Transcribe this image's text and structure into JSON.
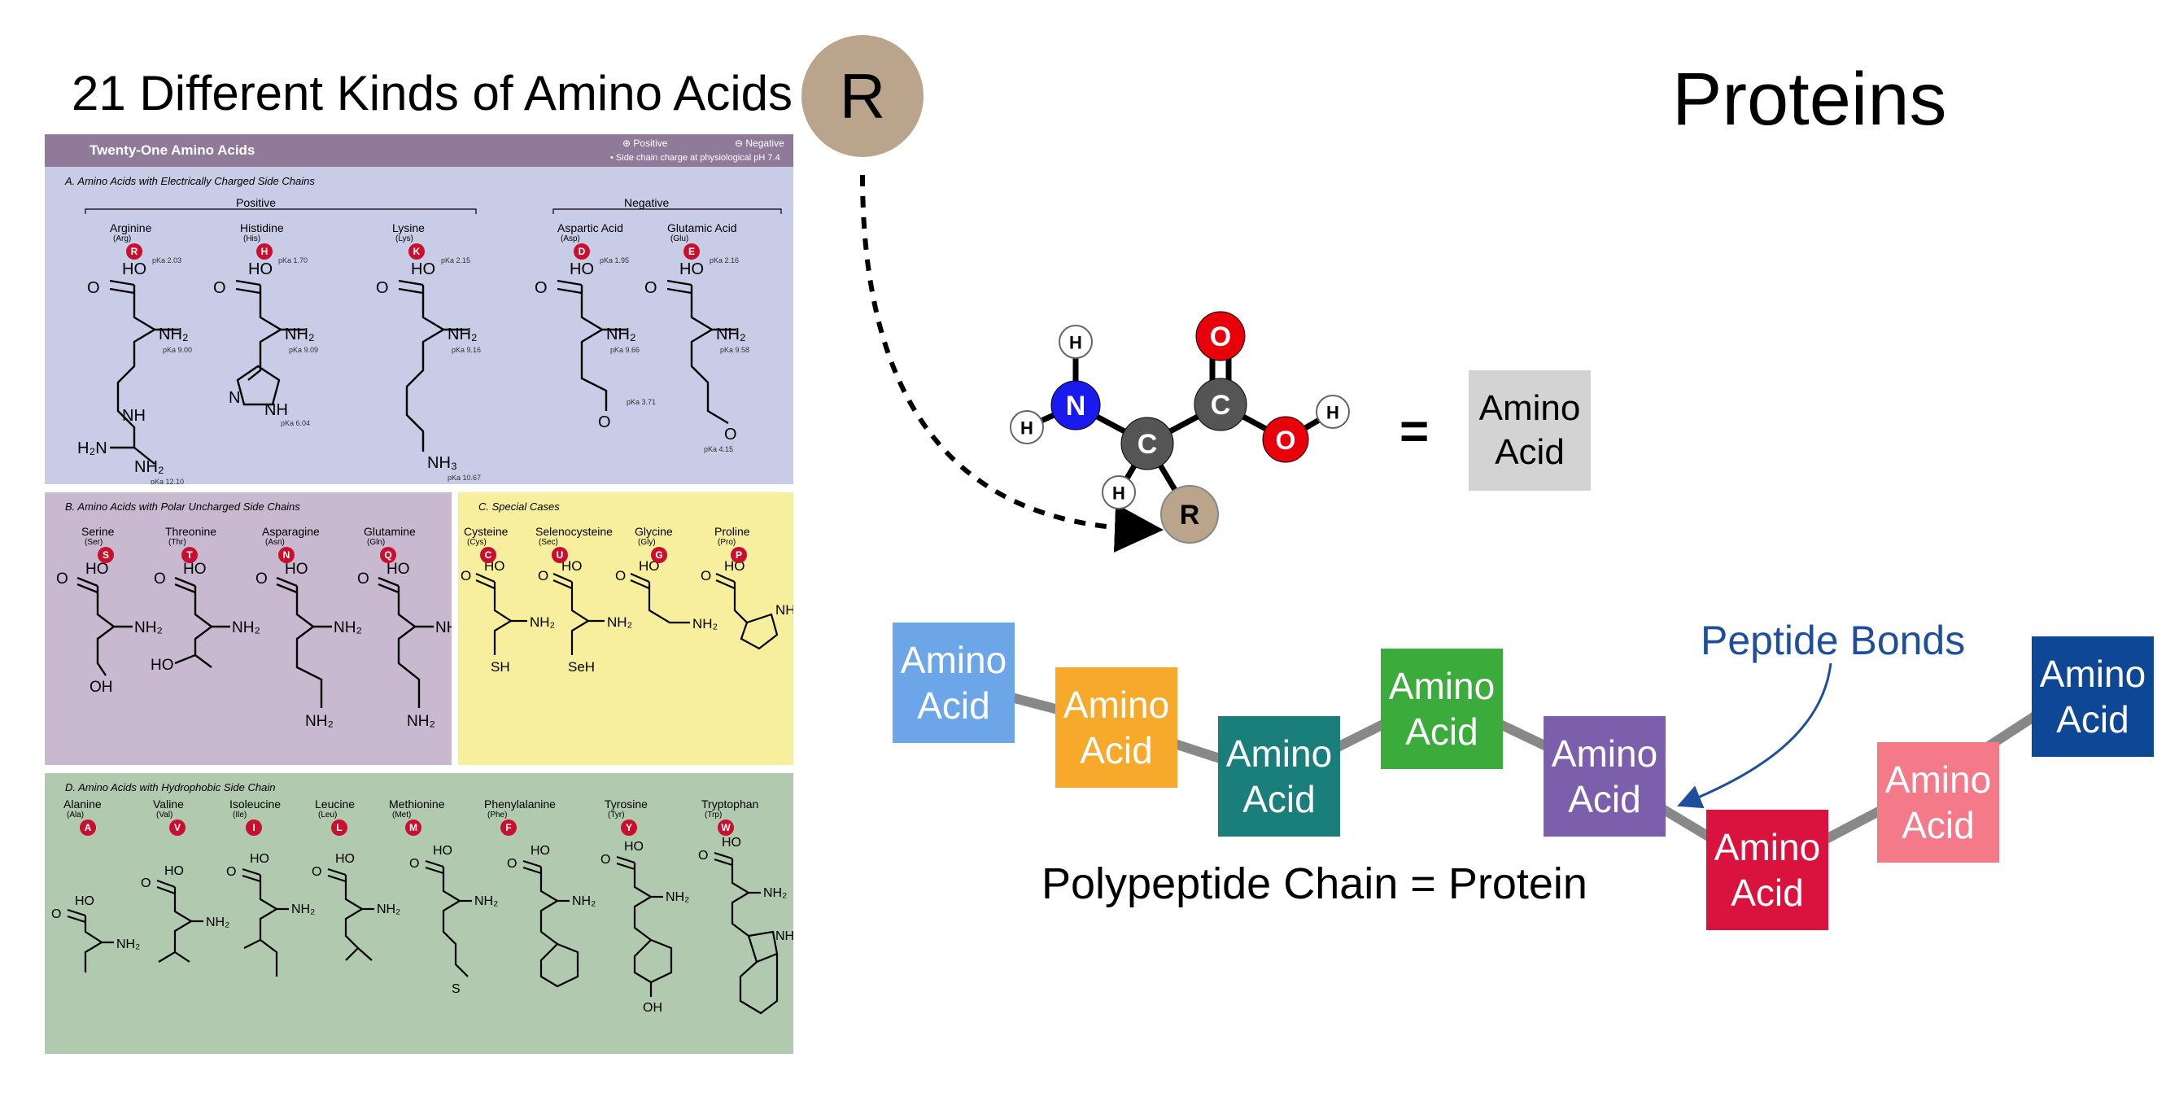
{
  "title": "21 Different Kinds of Amino Acids",
  "r_badge": "R",
  "right_title": "Proteins",
  "table": {
    "header": "Twenty-One Amino Acids",
    "positive_legend": "Positive",
    "negative_legend": "Negative",
    "charge_note": "• Side chain charge at physiological pH 7.4",
    "section_a": {
      "title": "A.   Amino Acids with Electrically Charged Side Chains",
      "positive_label": "Positive",
      "negative_label": "Negative",
      "acids": [
        {
          "name": "Arginine",
          "abbr": "(Arg)",
          "code": "R"
        },
        {
          "name": "Histidine",
          "abbr": "(His)",
          "code": "H"
        },
        {
          "name": "Lysine",
          "abbr": "(Lys)",
          "code": "K"
        },
        {
          "name": "Aspartic Acid",
          "abbr": "(Asp)",
          "code": "D"
        },
        {
          "name": "Glutamic Acid",
          "abbr": "(Glu)",
          "code": "E"
        }
      ]
    },
    "section_b": {
      "title": "B.   Amino Acids with Polar Uncharged Side Chains",
      "acids": [
        {
          "name": "Serine",
          "abbr": "(Ser)",
          "code": "S"
        },
        {
          "name": "Threonine",
          "abbr": "(Thr)",
          "code": "T"
        },
        {
          "name": "Asparagine",
          "abbr": "(Asn)",
          "code": "N"
        },
        {
          "name": "Glutamine",
          "abbr": "(Gln)",
          "code": "Q"
        }
      ]
    },
    "section_c": {
      "title": "C.   Special Cases",
      "acids": [
        {
          "name": "Cysteine",
          "abbr": "(Cys)",
          "code": "C"
        },
        {
          "name": "Selenocysteine",
          "abbr": "(Sec)",
          "code": "U"
        },
        {
          "name": "Glycine",
          "abbr": "(Gly)",
          "code": "G"
        },
        {
          "name": "Proline",
          "abbr": "(Pro)",
          "code": "P"
        }
      ]
    },
    "section_d": {
      "title": "D.   Amino Acids with Hydrophobic Side Chain",
      "acids": [
        {
          "name": "Alanine",
          "abbr": "(Ala)",
          "code": "A"
        },
        {
          "name": "Valine",
          "abbr": "(Val)",
          "code": "V"
        },
        {
          "name": "Isoleucine",
          "abbr": "(Ile)",
          "code": "I"
        },
        {
          "name": "Leucine",
          "abbr": "(Leu)",
          "code": "L"
        },
        {
          "name": "Methionine",
          "abbr": "(Met)",
          "code": "M"
        },
        {
          "name": "Phenylalanine",
          "abbr": "(Phe)",
          "code": "F"
        },
        {
          "name": "Tyrosine",
          "abbr": "(Tyr)",
          "code": "Y"
        },
        {
          "name": "Tryptophan",
          "abbr": "(Trp)",
          "code": "W"
        }
      ]
    }
  },
  "molecule": {
    "atoms": {
      "h_top": "H",
      "n": "N",
      "h_left": "H",
      "c_alpha": "C",
      "h_bottom": "H",
      "r": "R",
      "c_carboxyl": "C",
      "o_double": "O",
      "o_hydroxyl": "O",
      "h_right": "H"
    }
  },
  "equals": "=",
  "amino_acid_box": {
    "line1": "Amino",
    "line2": "Acid"
  },
  "chain": {
    "blocks": [
      {
        "line1": "Amino",
        "line2": "Acid",
        "color": "#6ca6e8"
      },
      {
        "line1": "Amino",
        "line2": "Acid",
        "color": "#f7a92b"
      },
      {
        "line1": "Amino",
        "line2": "Acid",
        "color": "#1a7f7b"
      },
      {
        "line1": "Amino",
        "line2": "Acid",
        "color": "#3bab3b"
      },
      {
        "line1": "Amino",
        "line2": "Acid",
        "color": "#7b5fad"
      },
      {
        "line1": "Amino",
        "line2": "Acid",
        "color": "#d9133d"
      },
      {
        "line1": "Amino",
        "line2": "Acid",
        "color": "#f47a8a"
      },
      {
        "line1": "Amino",
        "line2": "Acid",
        "color": "#0e4796"
      }
    ],
    "caption": "Polypeptide Chain = Protein",
    "peptide_label": "Peptide Bonds"
  },
  "colors": {
    "atom_h": "#ffffff",
    "atom_n": "#1a1aee",
    "atom_c": "#555555",
    "atom_o": "#e8000b",
    "atom_r": "#bba48c",
    "section_a": "#c8cce6",
    "section_b": "#c9b9d0",
    "section_c": "#f7ee9e",
    "section_d": "#b1c9ae",
    "header": "#8f7a99",
    "badge": "#c8102e",
    "arrow_blue": "#1f4f9c"
  }
}
